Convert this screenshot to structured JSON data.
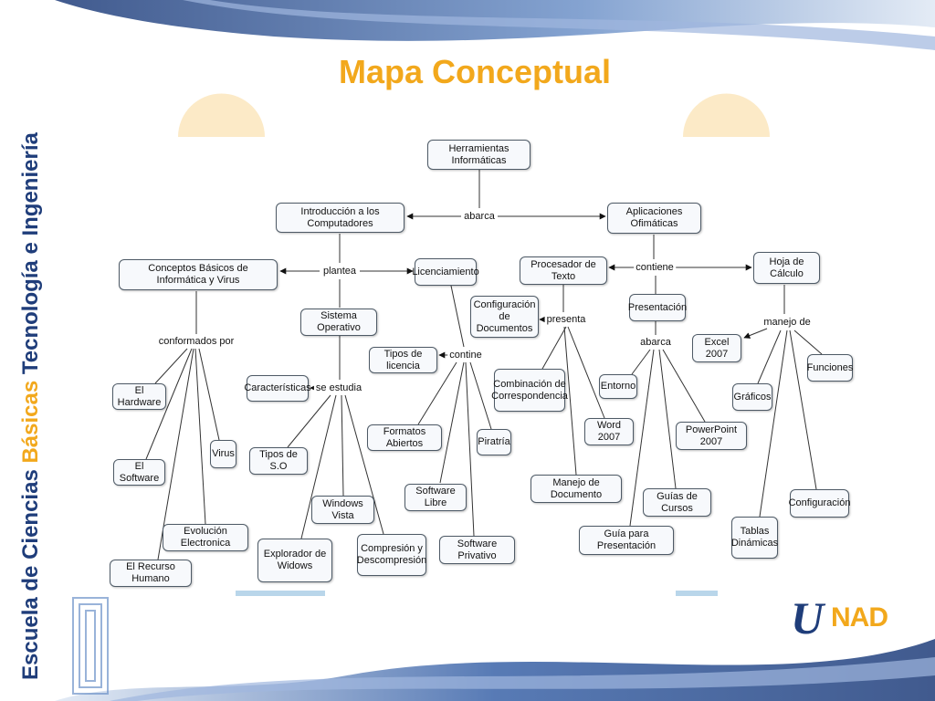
{
  "title": "Mapa Conceptual",
  "sidebar": {
    "prefix": "Escuela de Ciencias ",
    "highlight": "Básicas",
    "suffix": " Tecnología  e Ingeniería"
  },
  "logo": {
    "u": "U",
    "nad": "NAD"
  },
  "colors": {
    "title": "#f2a81c",
    "brand_blue": "#1f3d7a",
    "node_border": "#4e5a66"
  },
  "concepts": {
    "herramientas": "Herramientas Informáticas",
    "introduccion": "Introducción a los Computadores",
    "aplicaciones": "Aplicaciones Ofimáticas",
    "conceptos": "Conceptos Básicos de Informática y Virus",
    "licenciamiento": "Licenciamiento",
    "procesador": "Procesador de Texto",
    "hoja": "Hoja de Cálculo",
    "sistema": "Sistema Operativo",
    "configuracion_doc": "Configuración de Documentos",
    "presentacion": "Presentación",
    "excel": "Excel 2007",
    "funciones": "Funciones",
    "tipos_licencia": "Tipos de licencia",
    "hardware": "El Hardware",
    "caracteristicas": "Características",
    "combinacion": "Combinación de Correspondencia",
    "entorno": "Entorno",
    "graficos": "Gráficos",
    "virus": "Virus",
    "word": "Word 2007",
    "powerpoint": "PowerPoint 2007",
    "formatos": "Formatos Abiertos",
    "pirateria": "Piratría",
    "software": "El Software",
    "tipos_so": "Tipos de S.O",
    "manejo_doc": "Manejo de Documento",
    "software_libre": "Software Libre",
    "guias": "Guías de Cursos",
    "configuracion": "Configuración",
    "windows_vista": "Windows Vista",
    "evolucion": "Evolución Electronica",
    "tablas": "Tablas Dinámicas",
    "guia_presentacion": "Guía para Presentación",
    "compresion": "Compresión y Descompresión",
    "explorador": "Explorador de Widows",
    "software_privativo": "Software Privativo",
    "recurso": "El Recurso Humano"
  },
  "links": {
    "abarca": "abarca",
    "plantea": "plantea",
    "contiene": "contiene",
    "presenta": "presenta",
    "manejo_de": "manejo de",
    "conformados_por": "conformados por",
    "contine": "contine",
    "abarca2": "abarca",
    "se_estudia": "se estudia"
  }
}
